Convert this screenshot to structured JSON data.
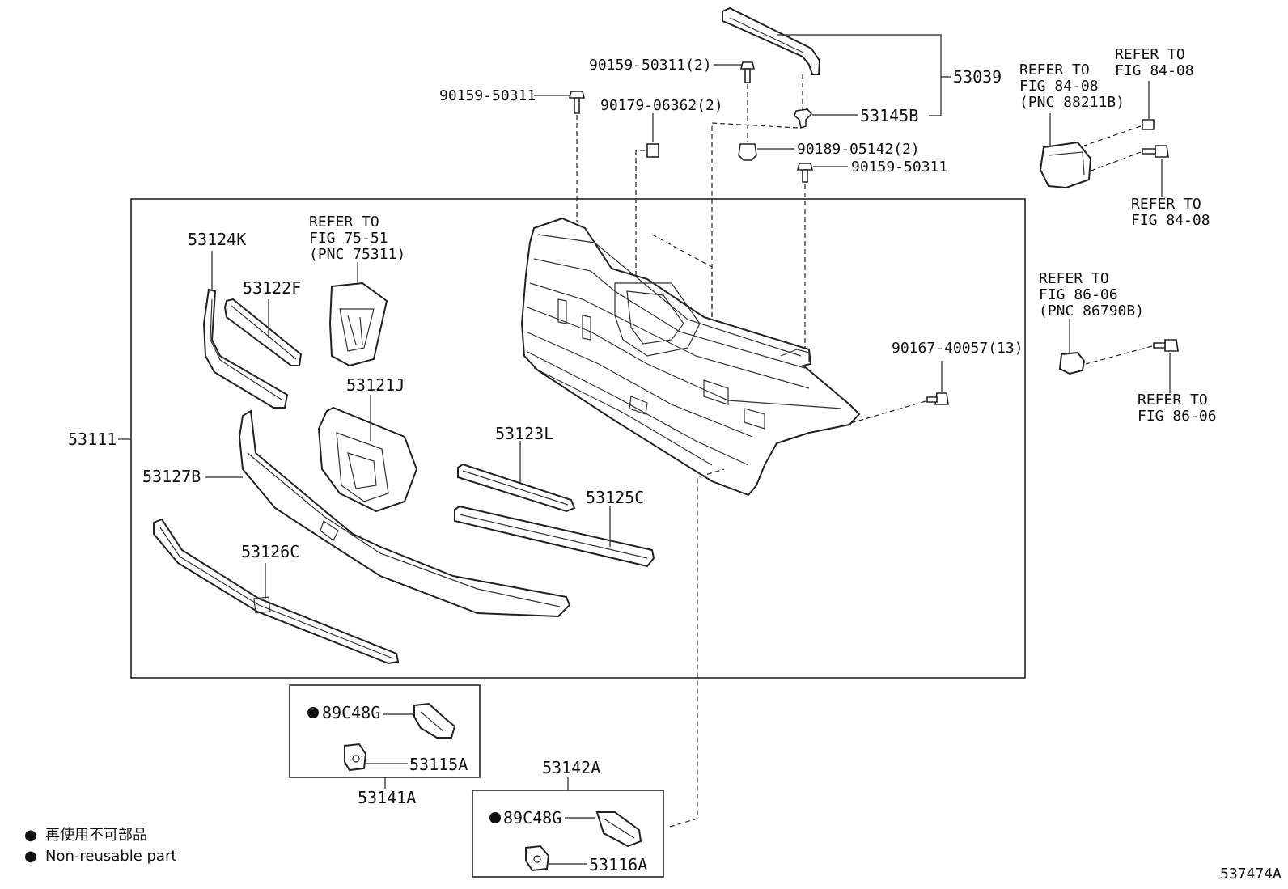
{
  "diagram_id": "537474A",
  "parts": {
    "p53039": "53039",
    "p53145B": "53145B",
    "p90159_50311_2": "90159-50311(2)",
    "p90159_50311_a": "90159-50311",
    "p90179_06362_2": "90179-06362(2)",
    "p90189_05142_2": "90189-05142(2)",
    "p90159_50311_b": "90159-50311",
    "p90167_40057_13": "90167-40057(13)",
    "p53111": "53111",
    "p53124K": "53124K",
    "p53122F": "53122F",
    "p53121J": "53121J",
    "p53123L": "53123L",
    "p53125C": "53125C",
    "p53127B": "53127B",
    "p53126C": "53126C",
    "p89C48G_1": "89C48G",
    "p53115A": "53115A",
    "p53141A": "53141A",
    "p53142A": "53142A",
    "p89C48G_2": "89C48G",
    "p53116A": "53116A"
  },
  "refs": {
    "ref_75_51": {
      "l1": "REFER TO",
      "l2": "FIG 75-51",
      "l3": "(PNC 75311)"
    },
    "ref_84_08_pnc": {
      "l1": "REFER TO",
      "l2": "FIG 84-08",
      "l3": "(PNC 88211B)"
    },
    "ref_84_08_top": {
      "l1": "REFER TO",
      "l2": "FIG 84-08"
    },
    "ref_84_08_bot": {
      "l1": "REFER TO",
      "l2": "FIG 84-08"
    },
    "ref_86_06_pnc": {
      "l1": "REFER TO",
      "l2": "FIG 86-06",
      "l3": "(PNC 86790B)"
    },
    "ref_86_06_bot": {
      "l1": "REFER TO",
      "l2": "FIG 86-06"
    }
  },
  "legend": {
    "bullet_symbol": "●",
    "line_ja": "再使用不可部品",
    "line_en": "Non-reusable part"
  }
}
